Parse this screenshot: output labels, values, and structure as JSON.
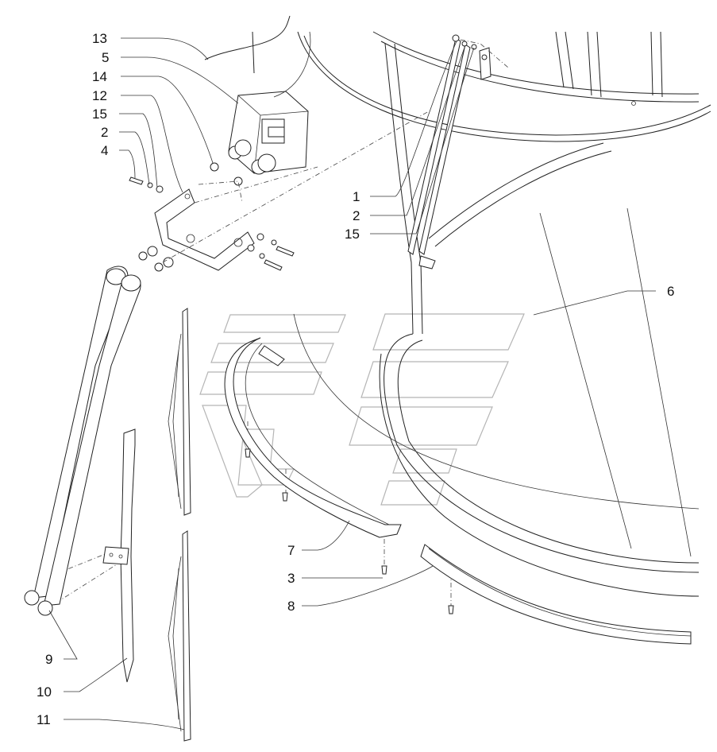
{
  "callouts": {
    "c1": "1",
    "c2a": "2",
    "c2b": "2",
    "c3": "3",
    "c4": "4",
    "c5": "5",
    "c6": "6",
    "c7": "7",
    "c8": "8",
    "c9": "9",
    "c10": "10",
    "c11": "11",
    "c12": "12",
    "c13": "13",
    "c14": "14",
    "c15a": "15",
    "c15b": "15"
  },
  "colors": {
    "line": "#222222",
    "watermark": "#b5b5b5",
    "background": "#ffffff"
  }
}
